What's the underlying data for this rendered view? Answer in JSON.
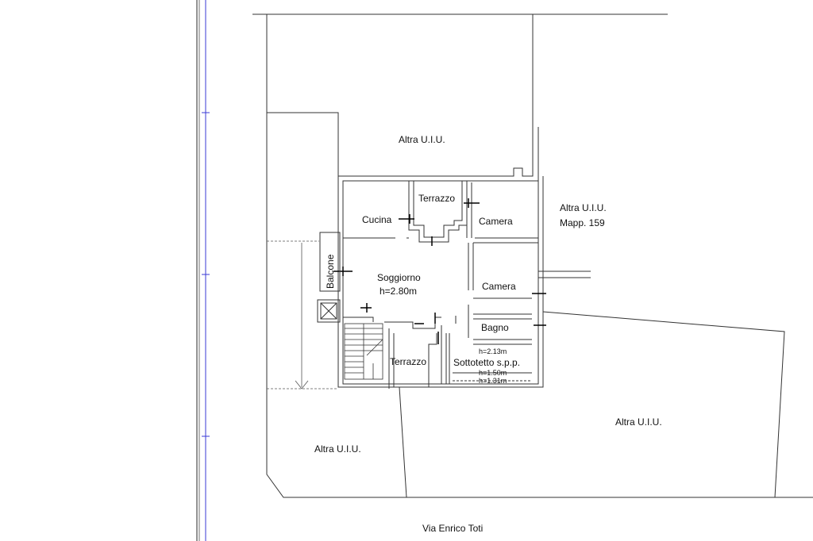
{
  "labels": {
    "altra_top": "Altra U.I.U.",
    "altra_right_1": "Altra U.I.U.",
    "altra_right_2": "Mapp. 159",
    "altra_bottom_left": "Altra U.I.U.",
    "altra_bottom_right": "Altra U.I.U.",
    "street": "Via Enrico Toti"
  },
  "rooms": {
    "terrazzo_top": "Terrazzo",
    "cucina": "Cucina",
    "camera_top": "Camera",
    "balcone": "Balcone",
    "soggiorno": "Soggiorno",
    "soggiorno_h": "h=2.80m",
    "camera_mid": "Camera",
    "bagno": "Bagno",
    "terrazzo_bottom": "Terrazzo",
    "h_213": "h=2.13m",
    "sottotetto": "Sottotetto s.p.p.",
    "h_150": "h=1.50m",
    "h_131": "h=1.31m"
  },
  "colors": {
    "line": "#333333",
    "frame": "#6f6f6f",
    "blue_rule": "#3a3ad6"
  }
}
